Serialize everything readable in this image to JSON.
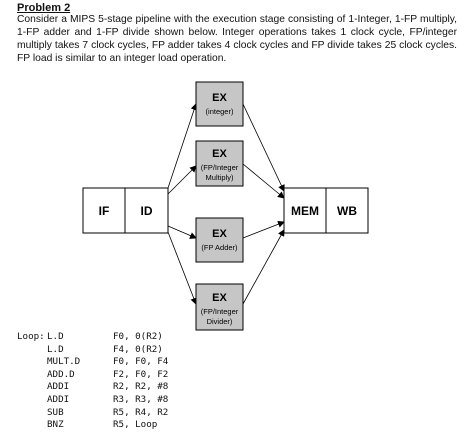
{
  "problem": {
    "heading": "Problem 2",
    "description": "Consider a MIPS 5-stage pipeline with the execution stage consisting of 1-Integer, 1-FP multiply, 1-FP adder and 1-FP divide shown below. Integer operations takes 1 clock cycle, FP/integer multiply takes 7 clock cycles, FP adder takes 4 clock cycles and FP divide takes 25 clock cycles. FP load is similar to an integer load operation."
  },
  "pipeline": {
    "if": "IF",
    "id": "ID",
    "mem": "MEM",
    "wb": "WB",
    "ex_title": "EX",
    "ex_integer": "(integer)",
    "ex_multiply_1": "(FP/Integer",
    "ex_multiply_2": "Multiply)",
    "ex_adder": "(FP Adder)",
    "ex_divide_1": "(FP/Integer",
    "ex_divide_2": "Divider)",
    "ex_fill_color": "#c6c6c6"
  },
  "code": [
    {
      "label": "Loop:",
      "op": "L.D",
      "args": "F0, 0(R2)"
    },
    {
      "label": "",
      "op": "L.D",
      "args": "F4, 0(R2)"
    },
    {
      "label": "",
      "op": "MULT.D",
      "args": "F0, F0, F4"
    },
    {
      "label": "",
      "op": "ADD.D",
      "args": "F2, F0, F2"
    },
    {
      "label": "",
      "op": "ADDI",
      "args": "R2, R2, #8"
    },
    {
      "label": "",
      "op": "ADDI",
      "args": "R3, R3, #8"
    },
    {
      "label": "",
      "op": "SUB",
      "args": "R5, R4, R2"
    },
    {
      "label": "",
      "op": "BNZ",
      "args": "R5, Loop"
    }
  ]
}
